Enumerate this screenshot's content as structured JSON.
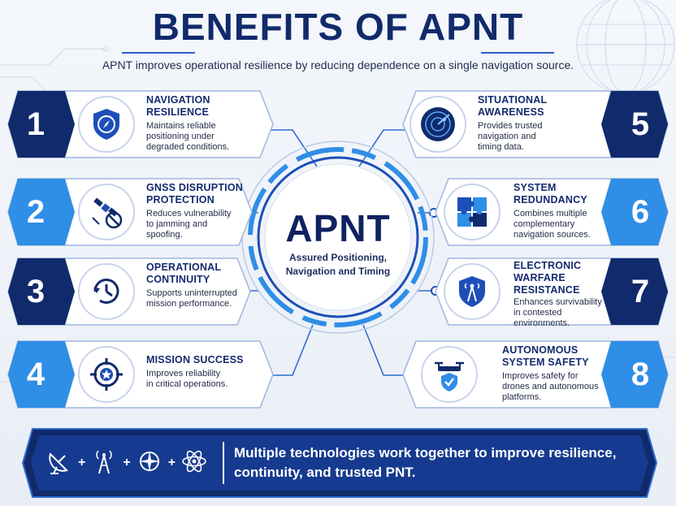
{
  "header": {
    "title": "BENEFITS OF APNT",
    "subtitle": "APNT improves operational resilience by reducing dependence on a single navigation source."
  },
  "center": {
    "title": "APNT",
    "subtitle": "Assured Positioning,\nNavigation and Timing"
  },
  "benefits": [
    {
      "number": "1",
      "title": "NAVIGATION\nRESILIENCE",
      "desc": "Maintains reliable\npositioning under\ndegraded conditions.",
      "icon": "shield-compass-icon"
    },
    {
      "number": "2",
      "title": "GNSS DISRUPTION\nPROTECTION",
      "desc": "Reduces vulnerability\nto jamming and\nspoofing.",
      "icon": "satellite-block-icon"
    },
    {
      "number": "3",
      "title": "OPERATIONAL\nCONTINUITY",
      "desc": "Supports uninterrupted\nmission performance.",
      "icon": "clock-icon"
    },
    {
      "number": "4",
      "title": "MISSION SUCCESS",
      "desc": "Improves reliability\nin critical operations.",
      "icon": "target-star-icon"
    },
    {
      "number": "5",
      "title": "SITUATIONAL\nAWARENESS",
      "desc": "Provides trusted\nnavigation and\ntiming data.",
      "icon": "radar-icon"
    },
    {
      "number": "6",
      "title": "SYSTEM\nREDUNDANCY",
      "desc": "Combines multiple\ncomplementary\nnavigation sources.",
      "icon": "puzzle-icon"
    },
    {
      "number": "7",
      "title": "ELECTRONIC\nWARFARE\nRESISTANCE",
      "desc": "Enhances survivability\nin contested\nenvironments.",
      "icon": "shield-tower-icon"
    },
    {
      "number": "8",
      "title": "AUTONOMOUS\nSYSTEM SAFETY",
      "desc": "Improves safety for\ndrones and autonomous\nplatforms.",
      "icon": "drone-shield-icon"
    }
  ],
  "footer": {
    "message": "Multiple technologies work together to improve resilience,\ncontinuity, and trusted PNT.",
    "plus": "+",
    "icons": [
      "satellite-dish-icon",
      "radio-tower-icon",
      "compass-icon",
      "atom-icon"
    ]
  },
  "colors": {
    "navy": "#112a6b",
    "blue": "#1e4fb8",
    "light_blue": "#2f8ee6",
    "cyan": "#3ab0ef"
  }
}
